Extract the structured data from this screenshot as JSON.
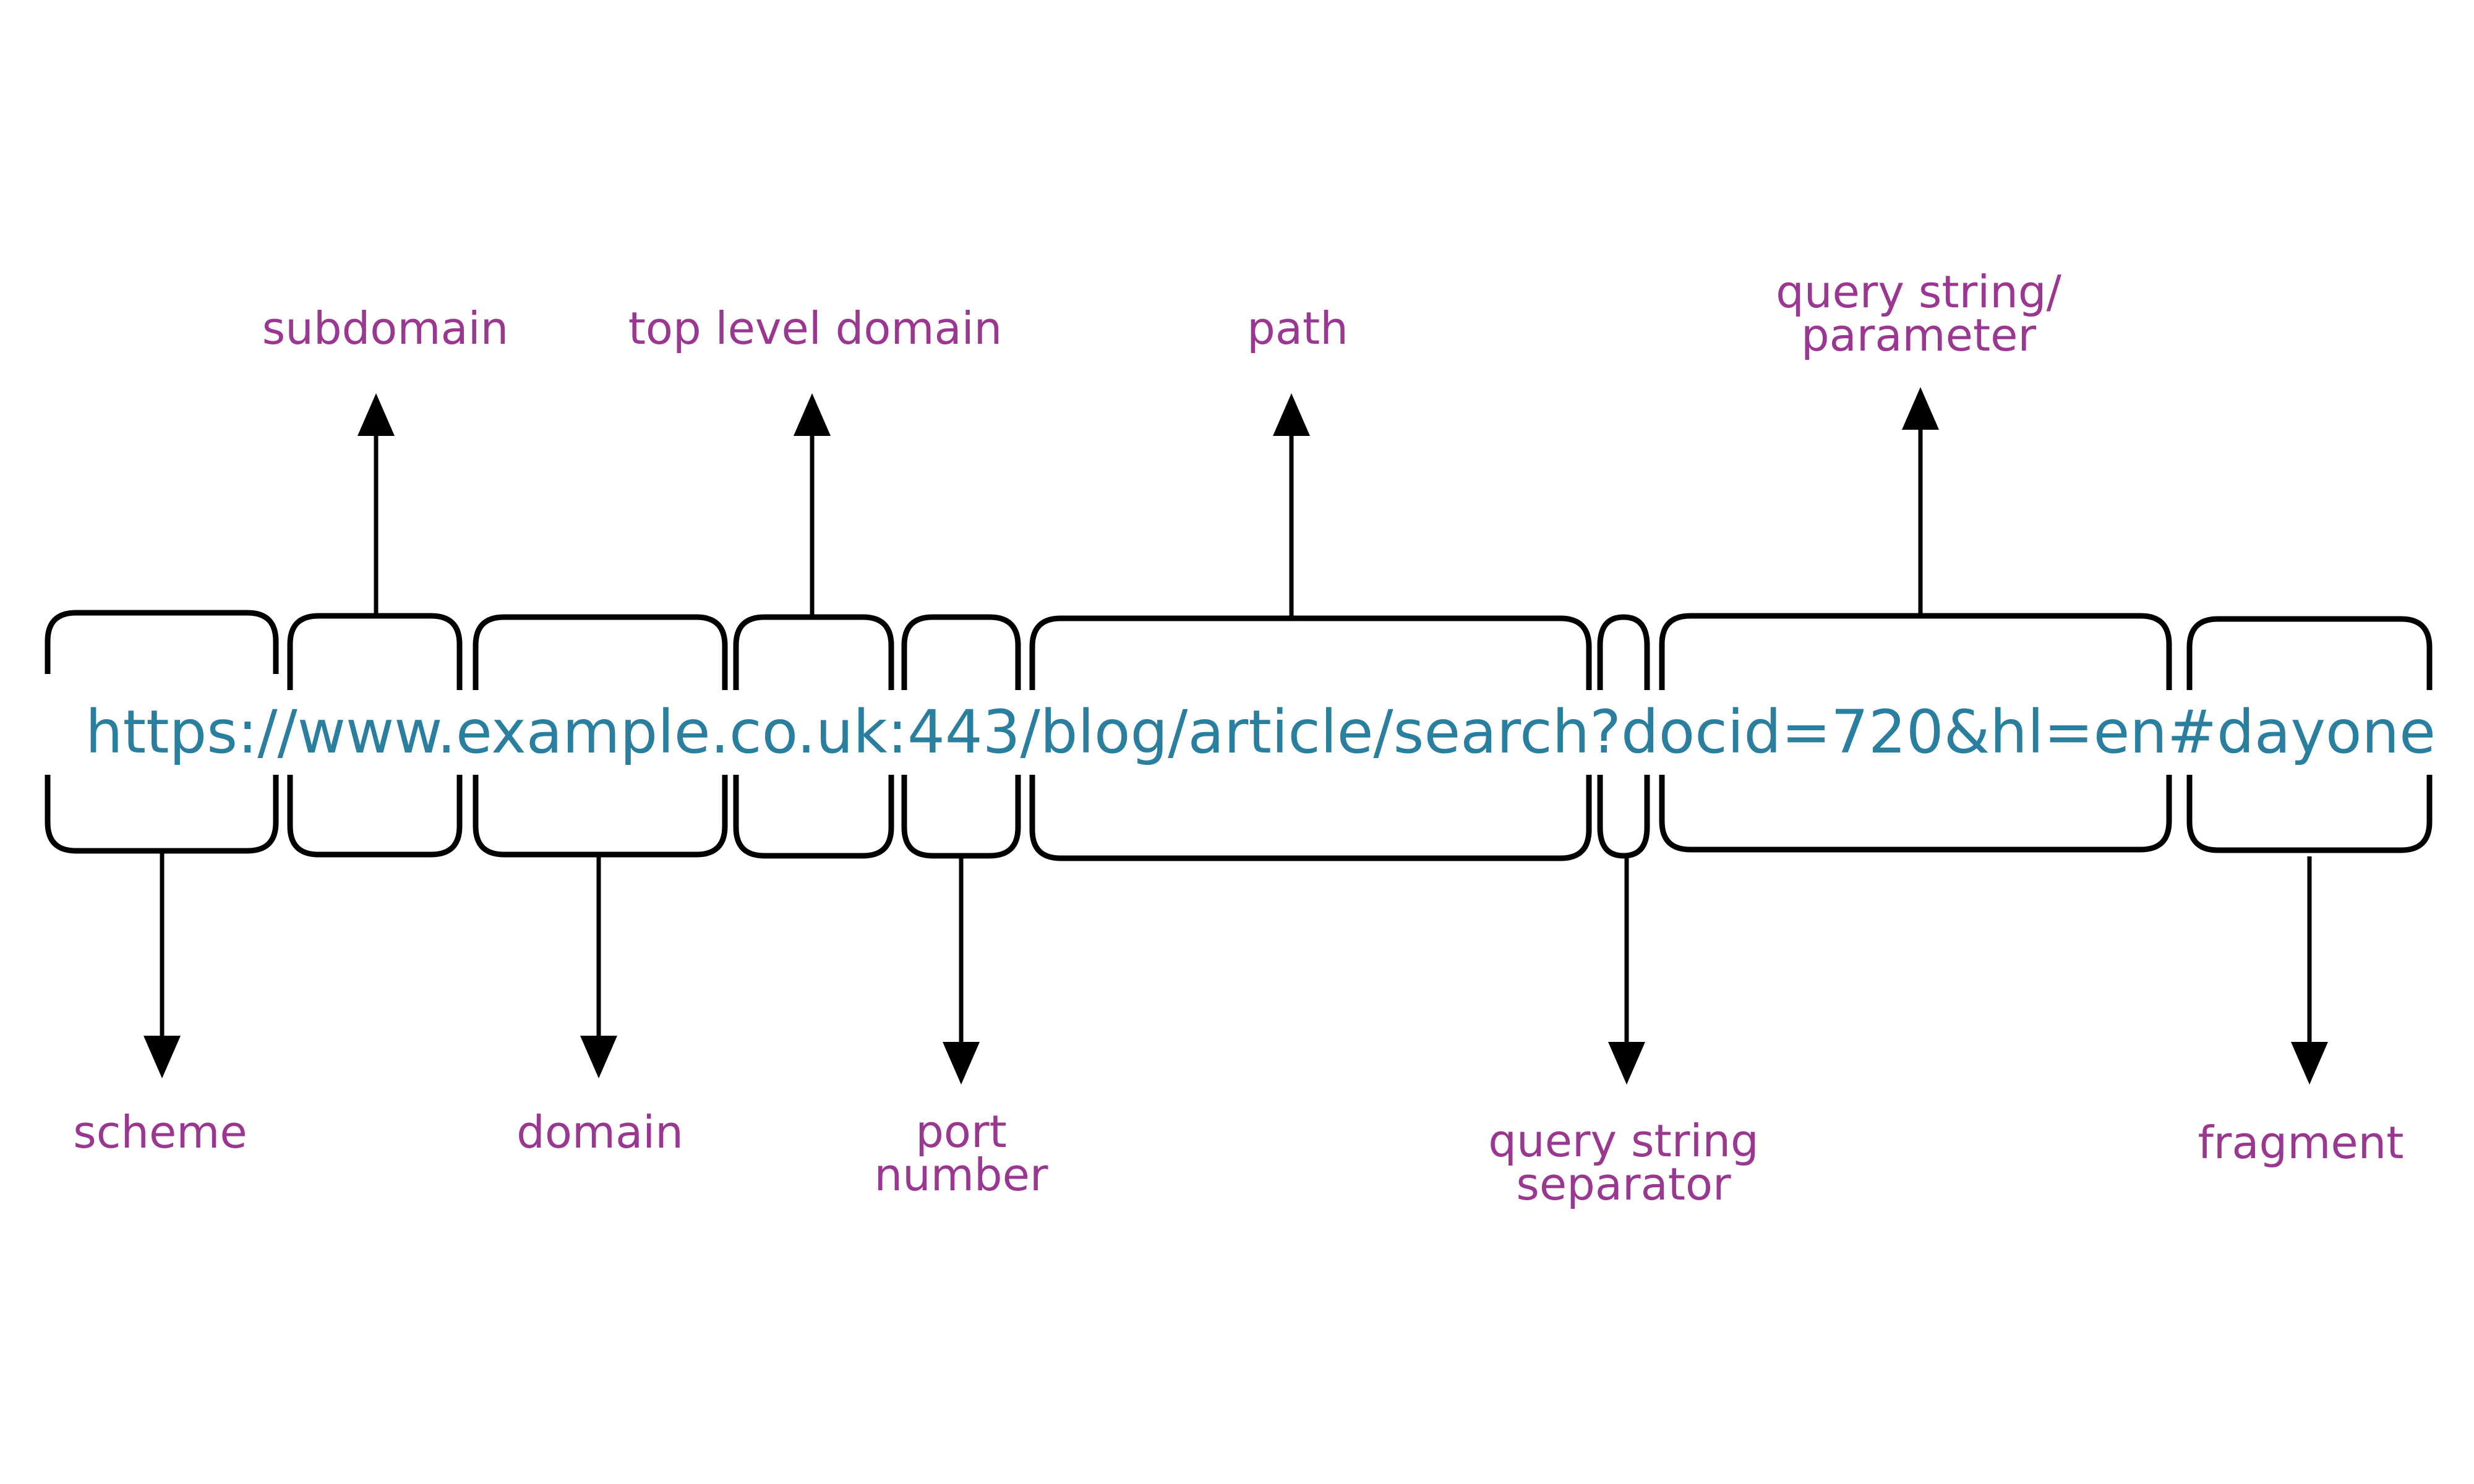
{
  "url": "https://www.example.co.uk:443/blog/article/search?docid=720&hl=en#dayone",
  "labels": {
    "subdomain": "subdomain",
    "top_level_domain": "top level domain",
    "path": "path",
    "query_string_line1": "query string/",
    "query_string_line2": "parameter",
    "scheme": "scheme",
    "domain": "domain",
    "port_line1": "port",
    "port_line2": "number",
    "separator_line1": "query string",
    "separator_line2": "separator",
    "fragment": "fragment"
  },
  "colors": {
    "url_text": "#2a7f9e",
    "labels": "#9a3790",
    "lines": "#000000"
  }
}
